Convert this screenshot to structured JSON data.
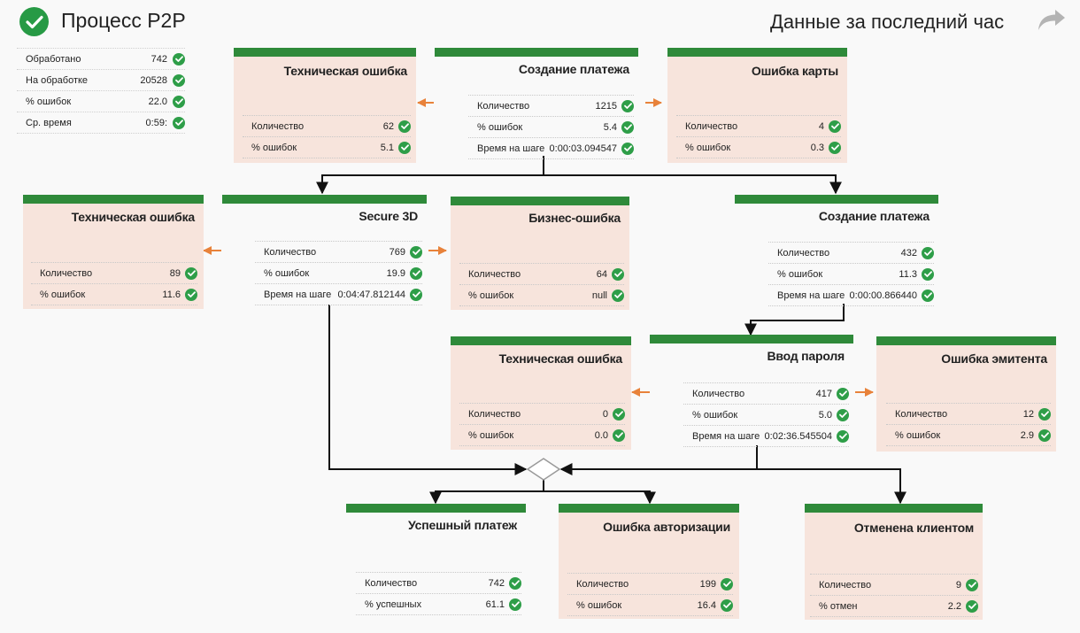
{
  "header": {
    "title": "Процесс P2P",
    "period": "Данные за последний час"
  },
  "summary": [
    {
      "label": "Обработано",
      "value": "742"
    },
    {
      "label": "На обработке",
      "value": "20528"
    },
    {
      "label": "% ошибок",
      "value": "22.0"
    },
    {
      "label": "Ср. время",
      "value": "0:59:"
    }
  ],
  "nodes": {
    "tech_error_1": {
      "title": "Техническая ошибка",
      "rows": [
        {
          "label": "Количество",
          "value": "62"
        },
        {
          "label": "% ошибок",
          "value": "5.1"
        }
      ]
    },
    "create_payment_1": {
      "title": "Создание платежа",
      "rows": [
        {
          "label": "Количество",
          "value": "1215"
        },
        {
          "label": "% ошибок",
          "value": "5.4"
        },
        {
          "label": "Время на шаге",
          "value": "0:00:03.094547"
        }
      ]
    },
    "card_error": {
      "title": "Ошибка карты",
      "rows": [
        {
          "label": "Количество",
          "value": "4"
        },
        {
          "label": "% ошибок",
          "value": "0.3"
        }
      ]
    },
    "tech_error_2": {
      "title": "Техническая ошибка",
      "rows": [
        {
          "label": "Количество",
          "value": "89"
        },
        {
          "label": "% ошибок",
          "value": "11.6"
        }
      ]
    },
    "secure_3d": {
      "title": "Secure 3D",
      "rows": [
        {
          "label": "Количество",
          "value": "769"
        },
        {
          "label": "% ошибок",
          "value": "19.9"
        },
        {
          "label": "Время на шаге",
          "value": "0:04:47.812144"
        }
      ]
    },
    "business_error": {
      "title": "Бизнес-ошибка",
      "rows": [
        {
          "label": "Количество",
          "value": "64"
        },
        {
          "label": "% ошибок",
          "value": "null"
        }
      ]
    },
    "create_payment_2": {
      "title": "Создание платежа",
      "rows": [
        {
          "label": "Количество",
          "value": "432"
        },
        {
          "label": "% ошибок",
          "value": "11.3"
        },
        {
          "label": "Время на шаге",
          "value": "0:00:00.866440"
        }
      ]
    },
    "tech_error_3": {
      "title": "Техническая ошибка",
      "rows": [
        {
          "label": "Количество",
          "value": "0"
        },
        {
          "label": "% ошибок",
          "value": "0.0"
        }
      ]
    },
    "password_entry": {
      "title": "Ввод пароля",
      "rows": [
        {
          "label": "Количество",
          "value": "417"
        },
        {
          "label": "% ошибок",
          "value": "5.0"
        },
        {
          "label": "Время на шаге",
          "value": "0:02:36.545504"
        }
      ]
    },
    "issuer_error": {
      "title": "Ошибка эмитента",
      "rows": [
        {
          "label": "Количество",
          "value": "12"
        },
        {
          "label": "% ошибок",
          "value": "2.9"
        }
      ]
    },
    "success_payment": {
      "title": "Успешный платеж",
      "rows": [
        {
          "label": "Количество",
          "value": "742"
        },
        {
          "label": "% успешных",
          "value": "61.1"
        }
      ]
    },
    "auth_error": {
      "title": "Ошибка авторизации",
      "rows": [
        {
          "label": "Количество",
          "value": "199"
        },
        {
          "label": "% ошибок",
          "value": "16.4"
        }
      ]
    },
    "cancelled": {
      "title": "Отменена клиентом",
      "rows": [
        {
          "label": "Количество",
          "value": "9"
        },
        {
          "label": "% отмен",
          "value": "2.2"
        }
      ]
    }
  },
  "colors": {
    "bar": "#2f8a3a",
    "check": "#2e9e48",
    "error_bg": "#f7e4dc",
    "side_arrow": "#e8823a",
    "flow_arrow": "#111111"
  },
  "icons": {
    "status": "check-circle-icon",
    "share": "share-arrow-icon"
  }
}
